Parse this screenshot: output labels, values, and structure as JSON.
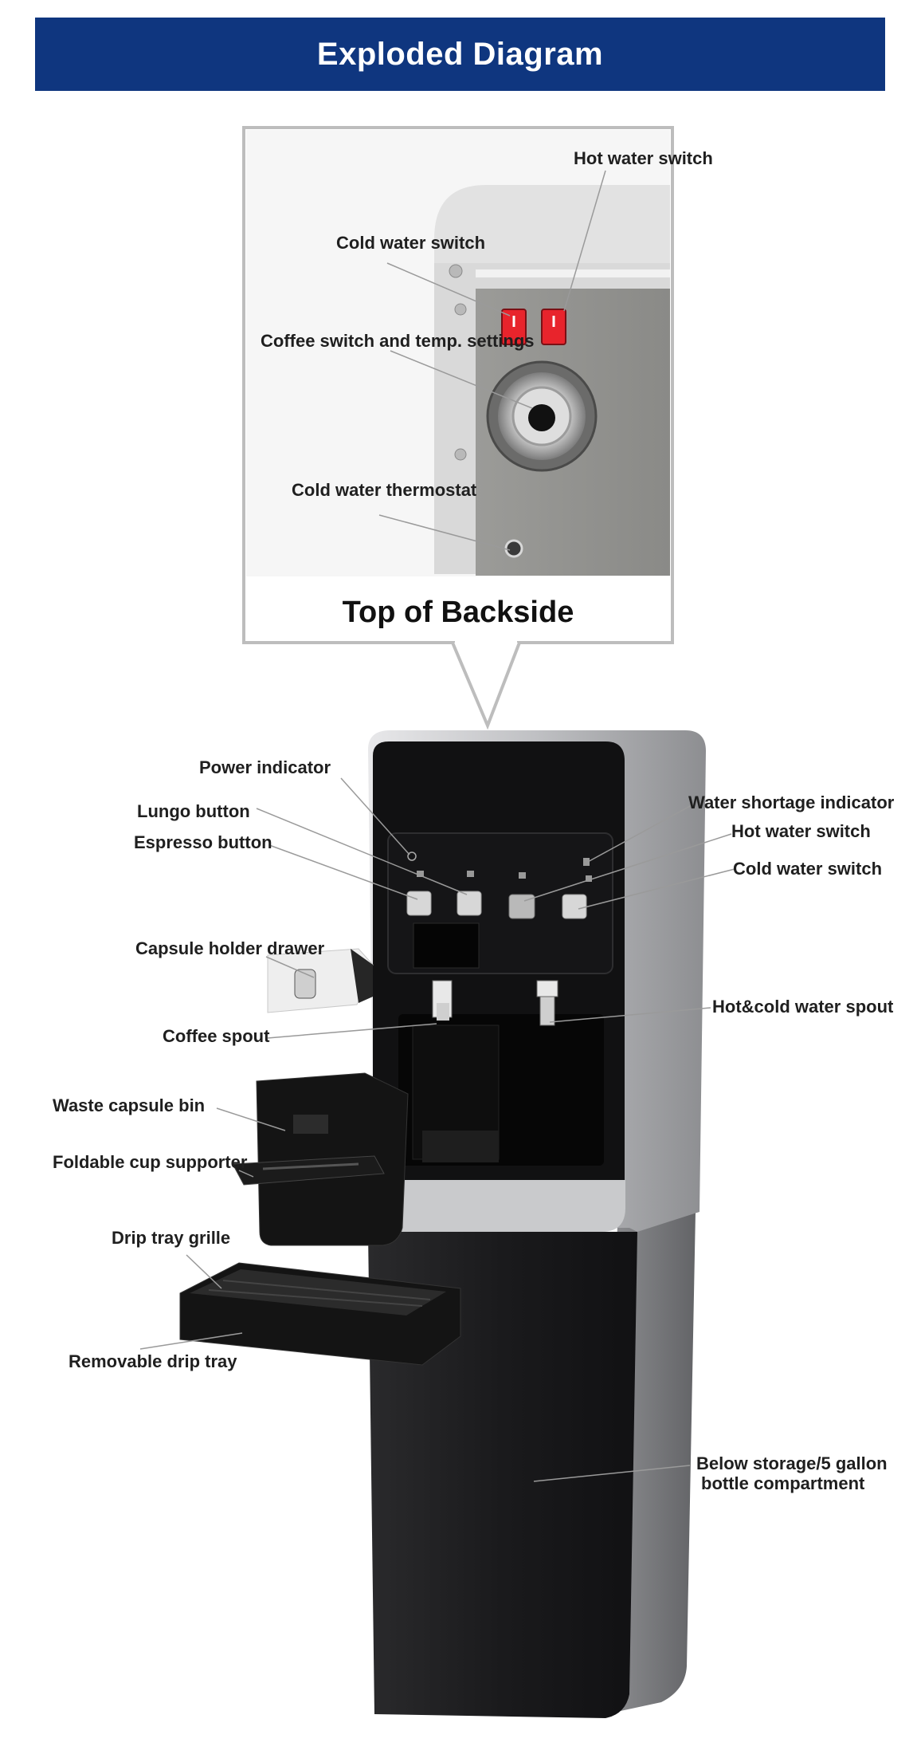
{
  "header": {
    "title": "Exploded Diagram"
  },
  "inset": {
    "caption": "Top of Backside",
    "labels": {
      "hot_water_switch": "Hot water switch",
      "cold_water_switch": "Cold water switch",
      "coffee_switch": "Coffee switch and temp. settings",
      "cold_water_thermostat": "Cold water thermostat"
    }
  },
  "main_labels": {
    "power_indicator": "Power indicator",
    "lungo_button": "Lungo button",
    "espresso_button": "Espresso button",
    "water_shortage_indicator": "Water shortage indicator",
    "hot_water_switch": "Hot water switch",
    "cold_water_switch": "Cold water switch",
    "capsule_holder_drawer": "Capsule holder drawer",
    "coffee_spout": "Coffee spout",
    "hot_cold_water_spout": "Hot&cold water spout",
    "waste_capsule_bin": "Waste capsule bin",
    "foldable_cup_supporter": "Foldable cup supporter",
    "drip_tray_grille": "Drip tray grille",
    "removable_drip_tray": "Removable drip tray",
    "below_storage_line1": "Below storage/5 gallon",
    "below_storage_line2": "bottle compartment"
  },
  "colors": {
    "header_bg": "#0f367f",
    "switch_red": "#e8242c",
    "body_dark": "#1a1a1c",
    "trim_silver": "#c9cacc"
  }
}
